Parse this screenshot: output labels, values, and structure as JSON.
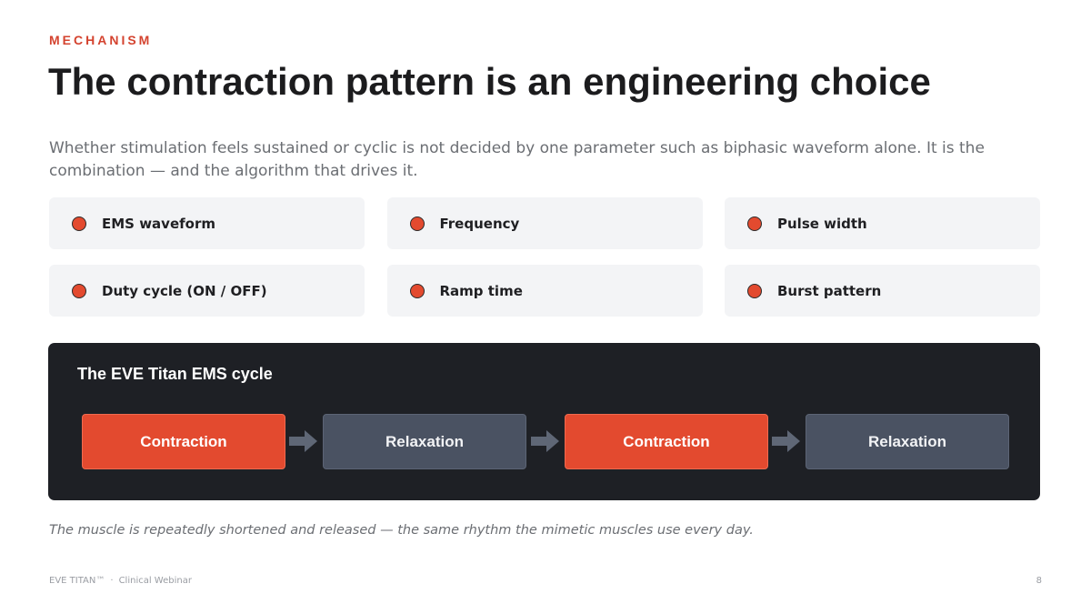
{
  "eyebrow": "MECHANISM",
  "title": "The contraction pattern is an engineering choice",
  "lead": "Whether stimulation feels sustained or cyclic is not decided by one parameter such as biphasic waveform alone. It is the combination — and the algorithm that drives it.",
  "parameters": [
    {
      "label": "EMS waveform"
    },
    {
      "label": "Frequency"
    },
    {
      "label": "Pulse width"
    },
    {
      "label": "Duty cycle (ON / OFF)"
    },
    {
      "label": "Ramp time"
    },
    {
      "label": "Burst pattern"
    }
  ],
  "cycle": {
    "title": "The EVE Titan EMS cycle",
    "phases": [
      {
        "label": "Contraction",
        "kind": "contraction"
      },
      {
        "label": "Relaxation",
        "kind": "relaxation"
      },
      {
        "label": "Contraction",
        "kind": "contraction"
      },
      {
        "label": "Relaxation",
        "kind": "relaxation"
      }
    ]
  },
  "caption": "The muscle is repeatedly shortened and released — the same rhythm the mimetic muscles use every day.",
  "footer": {
    "brand": "EVE TITAN™",
    "separator": "·",
    "event": "Clinical Webinar",
    "page_number": "8"
  },
  "colors": {
    "accent": "#e34a2f",
    "panel": "#1e2025",
    "relaxation": "#4a5262",
    "card": "#f3f4f6"
  },
  "icons": {
    "bullet": "dot-icon",
    "flow": "arrow-right-icon"
  }
}
